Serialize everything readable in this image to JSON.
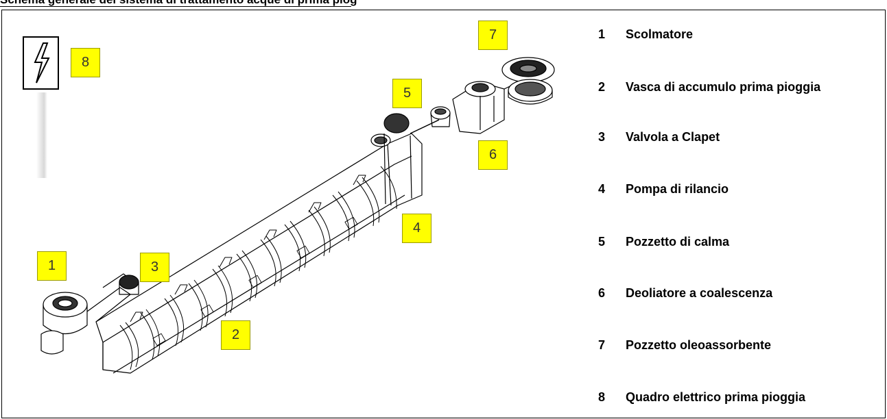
{
  "header": {
    "title": "Schema generale del sistema di trattamento acque di prima pioggia"
  },
  "diagram": {
    "tags": [
      {
        "id": "1",
        "label": "1"
      },
      {
        "id": "2",
        "label": "2"
      },
      {
        "id": "3",
        "label": "3"
      },
      {
        "id": "4",
        "label": "4"
      },
      {
        "id": "5",
        "label": "5"
      },
      {
        "id": "6",
        "label": "6"
      },
      {
        "id": "7",
        "label": "7"
      },
      {
        "id": "8",
        "label": "8"
      }
    ],
    "tag_color": "#ffff00",
    "line_color": "#000000"
  },
  "legend": {
    "items": [
      {
        "num": "1",
        "label": "Scolmatore"
      },
      {
        "num": "2",
        "label": "Vasca di accumulo prima pioggia"
      },
      {
        "num": "3",
        "label": "Valvola a Clapet"
      },
      {
        "num": "4",
        "label": "Pompa di rilancio"
      },
      {
        "num": "5",
        "label": "Pozzetto di calma"
      },
      {
        "num": "6",
        "label": "Deoliatore a coalescenza"
      },
      {
        "num": "7",
        "label": "Pozzetto oleoassorbente"
      },
      {
        "num": "8",
        "label": "Quadro elettrico prima pioggia"
      }
    ]
  }
}
